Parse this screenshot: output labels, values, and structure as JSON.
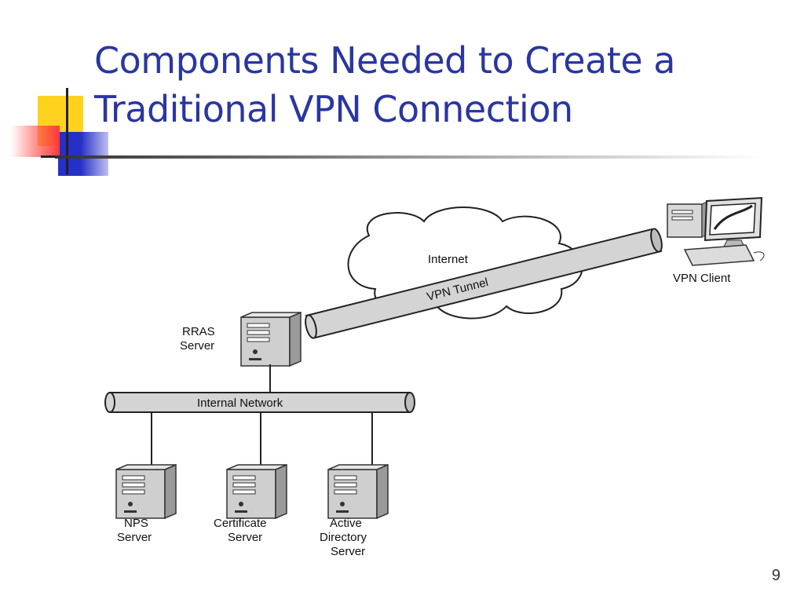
{
  "slide": {
    "title_line1": "Components Needed to Create a",
    "title_line2": "Traditional VPN Connection",
    "page_number": "9"
  },
  "diagram": {
    "internet_label": "Internet",
    "vpn_tunnel_label": "VPN Tunnel",
    "vpn_client_label": "VPN Client",
    "rras_label_line1": "RRAS",
    "rras_label_line2": "Server",
    "internal_network_label": "Internal Network",
    "nps_label_line1": "NPS",
    "nps_label_line2": "Server",
    "cert_label_line1": "Certificate",
    "cert_label_line2": "Server",
    "ad_label_line1": "Active",
    "ad_label_line2": "Directory",
    "ad_label_line3": "Server"
  },
  "colors": {
    "title": "#2a36a0",
    "accent_yellow": "#ffd21e",
    "accent_blue": "#2630c8",
    "accent_red": "#ff4a4a",
    "pipe_fill": "#d4d4d4"
  }
}
